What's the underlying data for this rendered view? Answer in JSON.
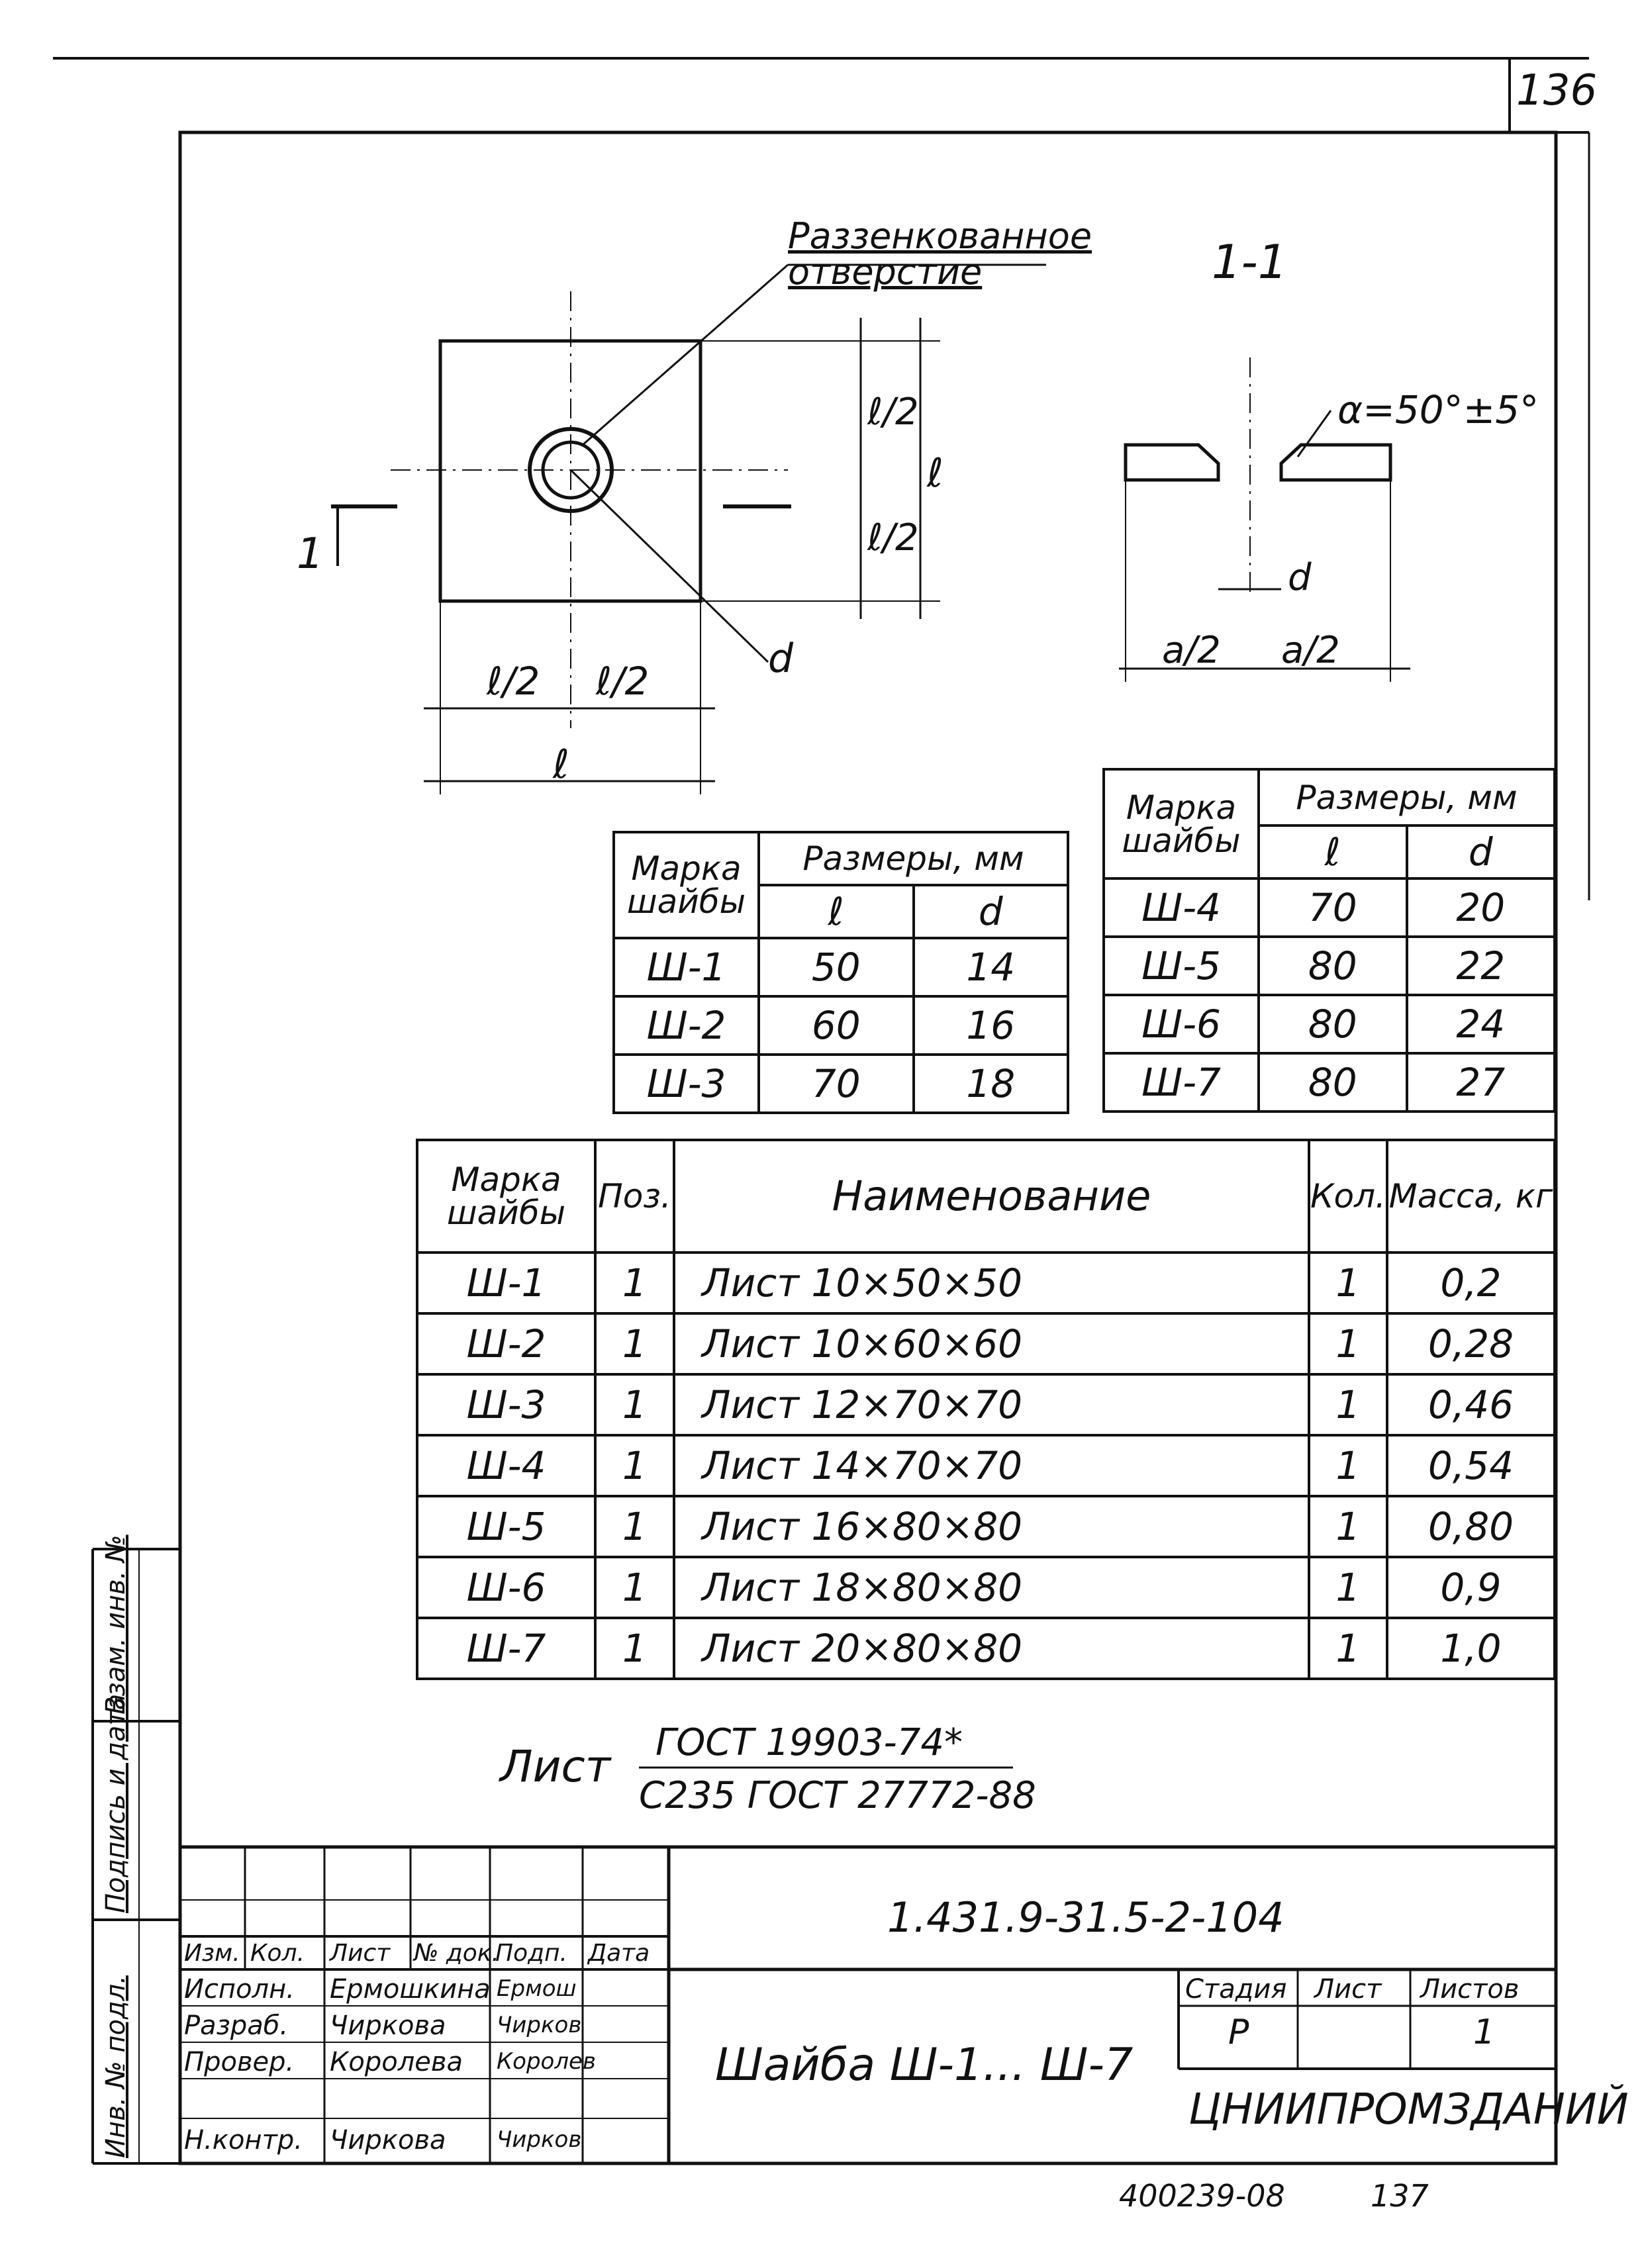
{
  "page_number": "136",
  "drawing": {
    "callout_label": [
      "Раззенкованное",
      "отверстие"
    ],
    "section_title": "1-1",
    "section_mark": "1",
    "angle_label": "α=50°±5°",
    "dim_half_l": "ℓ/2",
    "dim_l": "ℓ",
    "dim_d": "d",
    "dim_half_a": "a/2"
  },
  "table_small_left": {
    "header": {
      "mark": "Марка шайбы",
      "sizes": "Размеры, мм",
      "l": "ℓ",
      "d": "d"
    },
    "rows": [
      {
        "mark": "Ш-1",
        "l": "50",
        "d": "14"
      },
      {
        "mark": "Ш-2",
        "l": "60",
        "d": "16"
      },
      {
        "mark": "Ш-3",
        "l": "70",
        "d": "18"
      }
    ]
  },
  "table_small_right": {
    "header": {
      "mark": "Марка шайбы",
      "sizes": "Размеры, мм",
      "l": "ℓ",
      "d": "d"
    },
    "rows": [
      {
        "mark": "Ш-4",
        "l": "70",
        "d": "20"
      },
      {
        "mark": "Ш-5",
        "l": "80",
        "d": "22"
      },
      {
        "mark": "Ш-6",
        "l": "80",
        "d": "24"
      },
      {
        "mark": "Ш-7",
        "l": "80",
        "d": "27"
      }
    ]
  },
  "spec_table": {
    "header": {
      "mark": "Марка шайбы",
      "pos": "Поз.",
      "name": "Наименование",
      "qty": "Кол.",
      "mass": "Масса, кг"
    },
    "rows": [
      {
        "mark": "Ш-1",
        "pos": "1",
        "name": "Лист 10×50×50",
        "qty": "1",
        "mass": "0,2"
      },
      {
        "mark": "Ш-2",
        "pos": "1",
        "name": "Лист 10×60×60",
        "qty": "1",
        "mass": "0,28"
      },
      {
        "mark": "Ш-3",
        "pos": "1",
        "name": "Лист 12×70×70",
        "qty": "1",
        "mass": "0,46"
      },
      {
        "mark": "Ш-4",
        "pos": "1",
        "name": "Лист 14×70×70",
        "qty": "1",
        "mass": "0,54"
      },
      {
        "mark": "Ш-5",
        "pos": "1",
        "name": "Лист 16×80×80",
        "qty": "1",
        "mass": "0,80"
      },
      {
        "mark": "Ш-6",
        "pos": "1",
        "name": "Лист 18×80×80",
        "qty": "1",
        "mass": "0,9"
      },
      {
        "mark": "Ш-7",
        "pos": "1",
        "name": "Лист 20×80×80",
        "qty": "1",
        "mass": "1,0"
      }
    ]
  },
  "material_note": {
    "label": "Лист",
    "numerator": "ГОСТ 19903-74*",
    "denominator": "С235 ГОСТ 27772-88"
  },
  "title_block": {
    "doc_code": "1.431.9-31.5-2-104",
    "title": "Шайба Ш-1... Ш-7",
    "org": "ЦНИИПРОМЗДАНИЙ",
    "col_headers": [
      "Изм.",
      "Кол.",
      "Лист",
      "№ док.",
      "Подп.",
      "Дата"
    ],
    "roles": [
      {
        "role": "Исполн.",
        "name": "Ермошкина",
        "sign": "Ермош"
      },
      {
        "role": "Разраб.",
        "name": "Чиркова",
        "sign": "Чирков"
      },
      {
        "role": "Провер.",
        "name": "Королева",
        "sign": "Королев"
      },
      {
        "role": "Н.контр.",
        "name": "Чиркова",
        "sign": "Чирков"
      }
    ],
    "stage_header": "Стадия",
    "sheet_header": "Лист",
    "sheets_header": "Листов",
    "stage": "Р",
    "sheet": "",
    "sheets": "1"
  },
  "side_labels": [
    "Инв. № подл.",
    "Подпись и дата",
    "Взам. инв. №"
  ],
  "footer_note": "400239-08",
  "footer_page": "137"
}
